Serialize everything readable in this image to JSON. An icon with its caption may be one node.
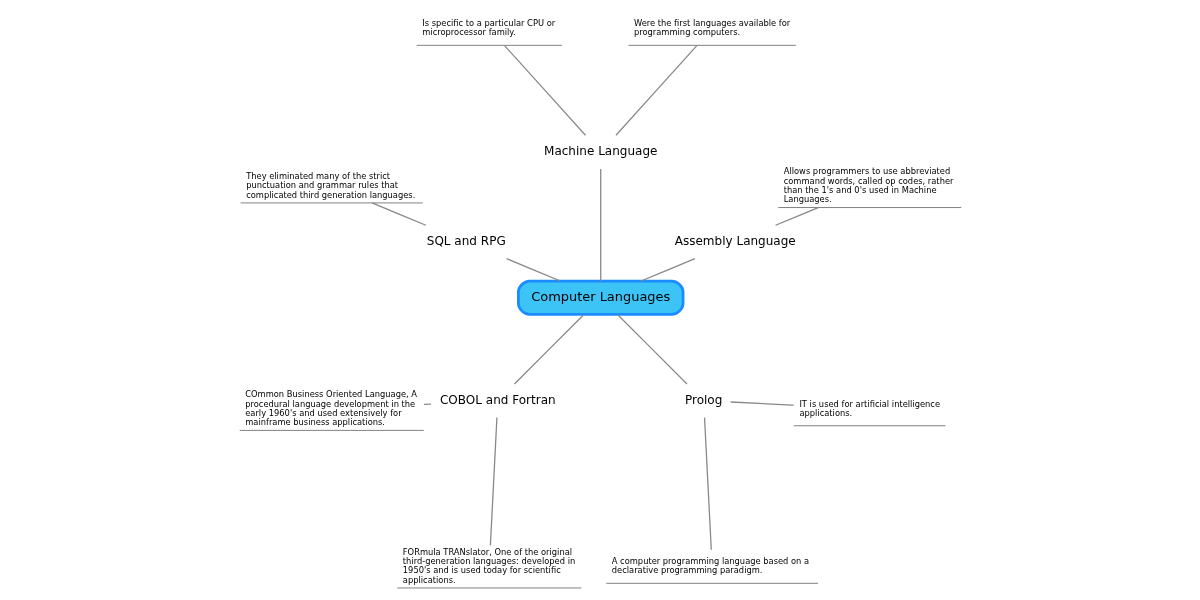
{
  "diagram": {
    "nodes": [
      {
        "text": [
          "Computer Languages"
        ]
      },
      {
        "text": [
          "Assembly Language"
        ]
      },
      {
        "text": [
          "Allows programmers to use abbreviated command words, called op codes, rather than the 1's and 0's used in Machine Languages."
        ]
      },
      {
        "text": [
          "Machine Language"
        ]
      },
      {
        "text": [
          "Were the first languages available for programming computers."
        ]
      },
      {
        "text": [
          "Is specific to a particular CPU or microprocessor family."
        ]
      },
      {
        "text": [
          "SQL and RPG"
        ]
      },
      {
        "text": [
          "They eliminated many of the strict punctuation and grammar rules that complicated third generation languages."
        ]
      },
      {
        "text": [
          "COBOL and Fortran"
        ]
      },
      {
        "text": [
          "COmmon Business Oriented Language, A procedural language development in the early 1960's and used extensively for mainframe business applications."
        ]
      },
      {
        "text": [
          "FORmula TRANslator, One of the original third-generation languages: developed in 1950's and is used today for scientific applications."
        ]
      },
      {
        "text": [
          "Prolog"
        ]
      },
      {
        "text": [
          "A computer programming language based on a declarative programming paradigm."
        ]
      },
      {
        "text": [
          "IT is used for artificial intelligence applications."
        ]
      }
    ],
    "edges": [
      {
        "from": 0,
        "to": 1,
        "arrow": "none"
      },
      {
        "from": 1,
        "to": 2,
        "arrow": "none"
      },
      {
        "from": 0,
        "to": 3,
        "arrow": "none"
      },
      {
        "from": 3,
        "to": 4,
        "arrow": "none"
      },
      {
        "from": 3,
        "to": 5,
        "arrow": "none"
      },
      {
        "from": 0,
        "to": 6,
        "arrow": "none"
      },
      {
        "from": 6,
        "to": 7,
        "arrow": "none"
      },
      {
        "from": 0,
        "to": 8,
        "arrow": "none"
      },
      {
        "from": 8,
        "to": 9,
        "arrow": "none"
      },
      {
        "from": 8,
        "to": 10,
        "arrow": "none"
      },
      {
        "from": 0,
        "to": 11,
        "arrow": "none"
      },
      {
        "from": 11,
        "to": 12,
        "arrow": "none"
      },
      {
        "from": 11,
        "to": 13,
        "arrow": "none"
      }
    ]
  }
}
